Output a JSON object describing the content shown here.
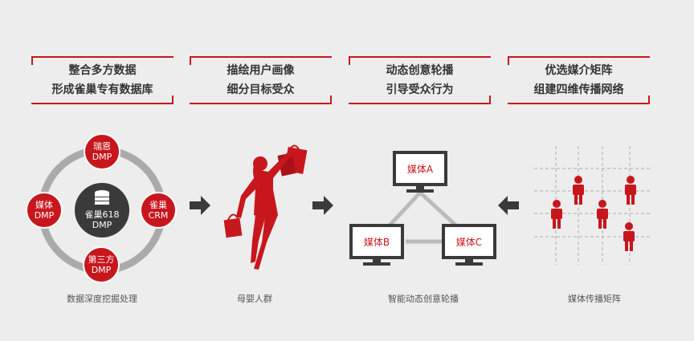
{
  "panels": [
    {
      "line1": "整合多方数据",
      "line2": "形成雀巢专有数据库",
      "caption": "数据深度挖掘处理"
    },
    {
      "line1": "描绘用户画像",
      "line2": "细分目标受众",
      "caption": "母婴人群"
    },
    {
      "line1": "动态创意轮播",
      "line2": "引导受众行为",
      "caption": "智能动态创意轮播"
    },
    {
      "line1": "优选媒介矩阵",
      "line2": "组建四维传播网络",
      "caption": "媒体传播矩阵"
    }
  ],
  "dmp": {
    "center": {
      "line1": "雀巢618",
      "line2": "DMP"
    },
    "top": {
      "line1": "瑞恩",
      "line2": "DMP"
    },
    "left": {
      "line1": "媒体",
      "line2": "DMP"
    },
    "right": {
      "line1": "雀巢",
      "line2": "CRM"
    },
    "bottom": {
      "line1": "第三方",
      "line2": "DMP"
    }
  },
  "screens": {
    "a": "媒体A",
    "b": "媒体B",
    "c": "媒体C"
  },
  "colors": {
    "accent": "#c8161d",
    "dark": "#3a3a3a",
    "ring": "#aaaaaa"
  }
}
